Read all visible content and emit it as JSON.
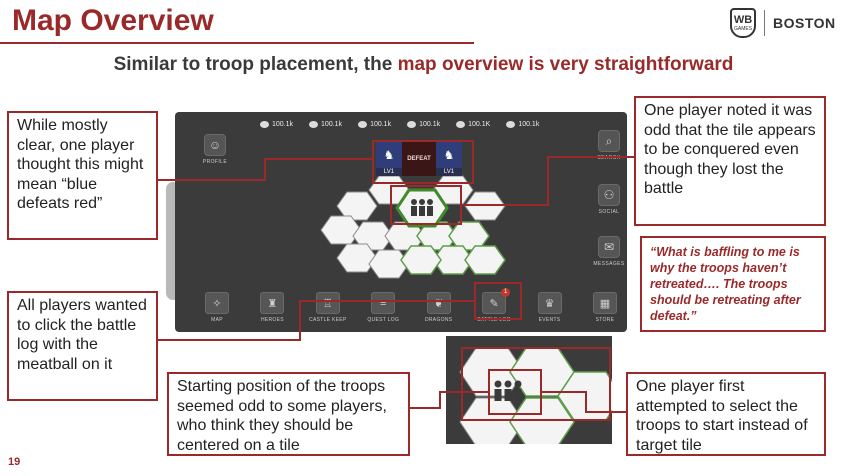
{
  "slide": {
    "title": "Map Overview",
    "subtitle_lead": "Similar to troop placement, the ",
    "subtitle_highlight": "map overview is very straightforward",
    "page_number": "19",
    "accent_color": "#9a2a2a"
  },
  "logo": {
    "mark": "WB",
    "mark_sub": "GAMES",
    "studio": "BOSTON"
  },
  "game": {
    "resources": [
      {
        "icon": "gem-icon",
        "value": "100.1k"
      },
      {
        "icon": "coin-icon",
        "value": "100.1k"
      },
      {
        "icon": "wood-icon",
        "value": "100.1k"
      },
      {
        "icon": "stone-icon",
        "value": "100.1k"
      },
      {
        "icon": "iron-icon",
        "value": "100.1K"
      },
      {
        "icon": "food-icon",
        "value": "100.1k"
      }
    ],
    "side_left": {
      "label": "PROFILE"
    },
    "side_right": [
      {
        "label": "SEARCH"
      },
      {
        "label": "SOCIAL"
      },
      {
        "label": "MESSAGES"
      }
    ],
    "battle": {
      "left_level": "LV1",
      "result": "DEFEAT",
      "right_level": "LV1"
    },
    "nav": [
      {
        "label": "MAP"
      },
      {
        "label": "HEROES"
      },
      {
        "label": "CASTLE KEEP"
      },
      {
        "label": "QUEST LOG"
      },
      {
        "label": "DRAGONS"
      },
      {
        "label": "BATTLE LOG",
        "badge": "1"
      },
      {
        "label": "EVENTS"
      },
      {
        "label": "STORE"
      }
    ]
  },
  "callouts": {
    "blue_defeats_red": "While mostly clear, one player thought this might mean “blue defeats red”",
    "battle_log": "All players wanted to click the battle log with the meatball on it",
    "tile_conquered": "One player noted it was odd that the tile appears to be conquered even though they lost the battle",
    "quote": "“What is baffling to me is why the troops haven’t retreated…. The troops should be retreating after defeat.”",
    "starting_position": "Starting position of the troops seemed odd to some players, who think they should be centered on a tile",
    "select_troops": "One player first attempted to select the troops to start instead of target tile"
  }
}
